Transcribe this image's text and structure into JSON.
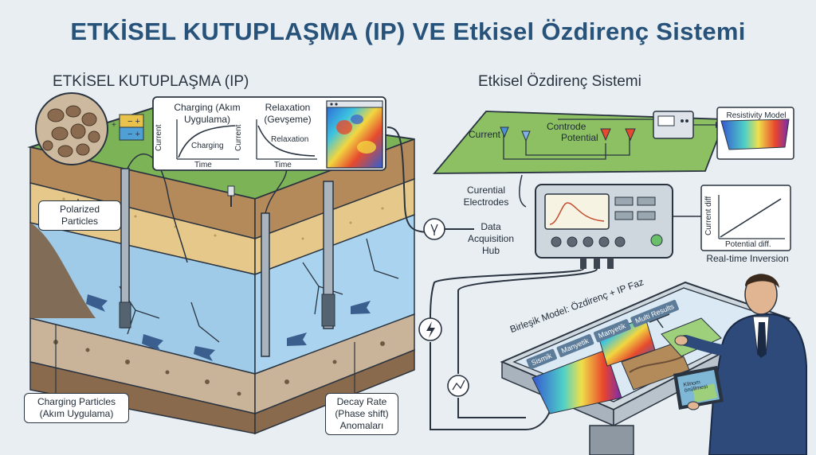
{
  "title": "ETKİSEL KUTUPLAŞMA (IP) VE Etkisel Özdirenç Sistemi",
  "left_section": "ETKİSEL KUTUPLAŞMA (IP)",
  "right_section": "Etkisel Özdirenç Sistemi",
  "labels": {
    "polarized": "Polarized Particles",
    "charging_particles": "Charging Particles (Akım Uygulama)",
    "decay_rate": "Decay Rate (Phase shift) Anomaları",
    "current": "Current",
    "controde": "Controde",
    "potential": "Potential",
    "curential": "Curential Electrodes",
    "daq_hub": "Data Acquisition Hub",
    "resistivity_model": "Resistivity Model",
    "realtime": "Real-time Inversion",
    "current_diff": "Current diff",
    "potential_diff": "Potential diff.",
    "model_title": "Birleşik Model: Özdirenç + IP Faz"
  },
  "inset": {
    "charging_title": "Charging (Akım Uygulama)",
    "relax_title": "Relaxation (Gevşeme)",
    "charging_curve": "Charging",
    "relax_curve": "Relaxation",
    "ylabel": "Current",
    "xlabel": "Time"
  },
  "tabs": [
    "Sismik",
    "Manyetik",
    "Manyetik",
    "Multi Results"
  ],
  "tablet_label": "Kilnom önüllmesi",
  "colors": {
    "title": "#27527a",
    "grass": "#7cb356",
    "water": "#9fcbe8",
    "sand": "#e6c98a",
    "rock": "#8a6a4c"
  }
}
